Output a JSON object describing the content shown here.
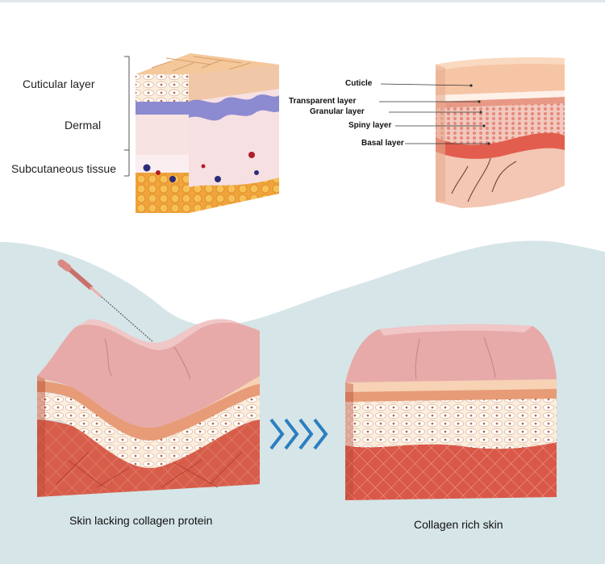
{
  "left_diagram": {
    "labels": [
      "Cuticular layer",
      "Dermal",
      "Subcutaneous tissue"
    ]
  },
  "right_diagram": {
    "labels": [
      "Cuticle",
      "Transparent layer",
      "Granular layer",
      "Spiny layer",
      "Basal layer"
    ]
  },
  "comparison": {
    "before_caption": "Skin lacking collagen protein",
    "after_caption": "Collagen rich skin"
  },
  "colors": {
    "background_wave": "#d6e5e8",
    "skin_surface": "#e6a9a7",
    "dermis": "#d85c4a",
    "arrow": "#2b7fc0"
  }
}
